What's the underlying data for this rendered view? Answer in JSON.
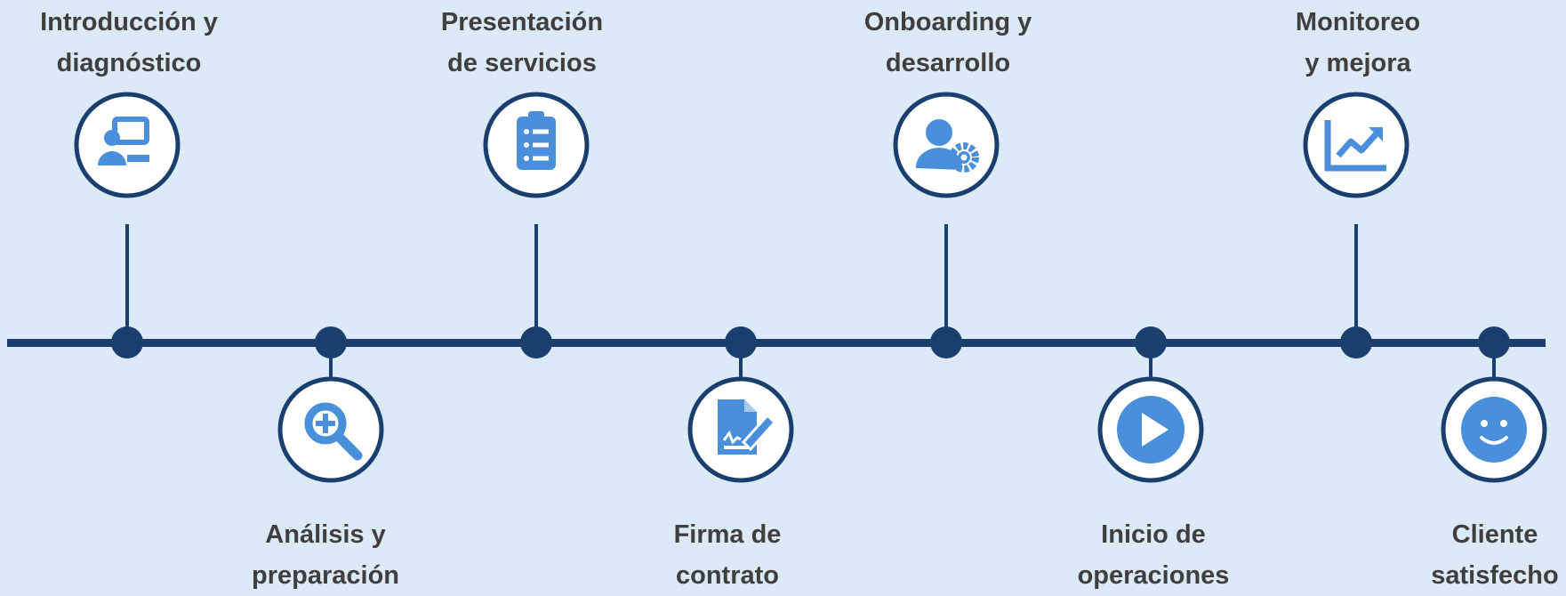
{
  "colors": {
    "background": "#dce9f6",
    "timeline": "#1a3f6e",
    "circle_fill": "#ffffff",
    "icon": "#4a8fdc",
    "label_text": "#3f3f3f"
  },
  "steps": [
    {
      "position": "above",
      "line1": "Introducción y",
      "line2": "diagnóstico",
      "icon": "presentation-icon"
    },
    {
      "position": "below",
      "line1": "Análisis y",
      "line2": "preparación",
      "icon": "magnifier-plus-icon"
    },
    {
      "position": "above",
      "line1": "Presentación",
      "line2": "de servicios",
      "icon": "clipboard-list-icon"
    },
    {
      "position": "below",
      "line1": "Firma de",
      "line2": "contrato",
      "icon": "signed-document-icon"
    },
    {
      "position": "above",
      "line1": "Onboarding y",
      "line2": "desarrollo",
      "icon": "user-gear-icon"
    },
    {
      "position": "below",
      "line1": "Inicio de",
      "line2": "operaciones",
      "icon": "play-icon"
    },
    {
      "position": "above",
      "line1": "Monitoreo",
      "line2": "y mejora",
      "icon": "chart-up-icon"
    },
    {
      "position": "below",
      "line1": "Cliente",
      "line2": "satisfecho",
      "icon": "smiley-icon"
    }
  ]
}
